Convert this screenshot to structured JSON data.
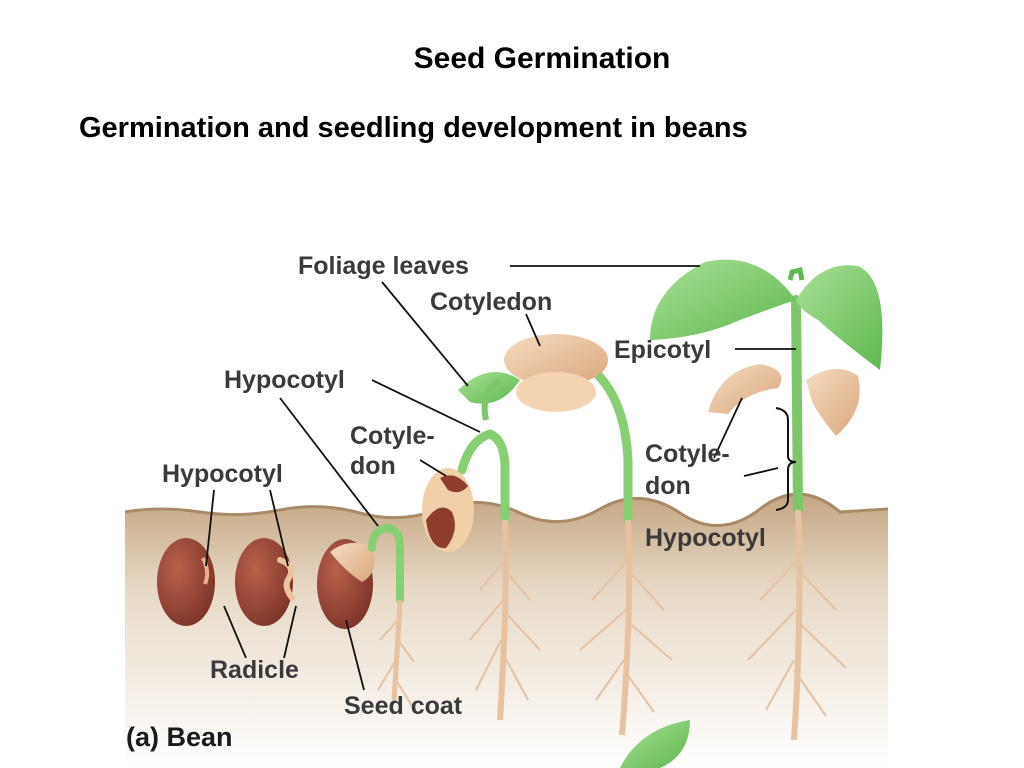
{
  "page": {
    "title": "Seed Germination",
    "subtitle": "Germination and seedling development in beans"
  },
  "diagram": {
    "caption": "(a) Bean",
    "labels": {
      "foliage_leaves": "Foliage leaves",
      "cotyledon": "Cotyledon",
      "epicotyl": "Epicotyl",
      "hypocotyl_stage3": "Hypocotyl",
      "cotyledon_stage3_line1": "Cotyle-",
      "cotyledon_stage3_line2": "don",
      "hypocotyl_stage1": "Hypocotyl",
      "cotyledon_stage5_line1": "Cotyle-",
      "cotyledon_stage5_line2": "don",
      "hypocotyl_stage5": "Hypocotyl",
      "radicle": "Radicle",
      "seed_coat": "Seed coat"
    },
    "colors": {
      "soil_top": "#c9ad8a",
      "soil_bottom": "#ffffff",
      "seed": "#9b4a3a",
      "stem": "#7dc66a",
      "leaf": "#8fd37c",
      "cotyledon": "#efc9a3",
      "root": "#e8c4a4"
    }
  }
}
